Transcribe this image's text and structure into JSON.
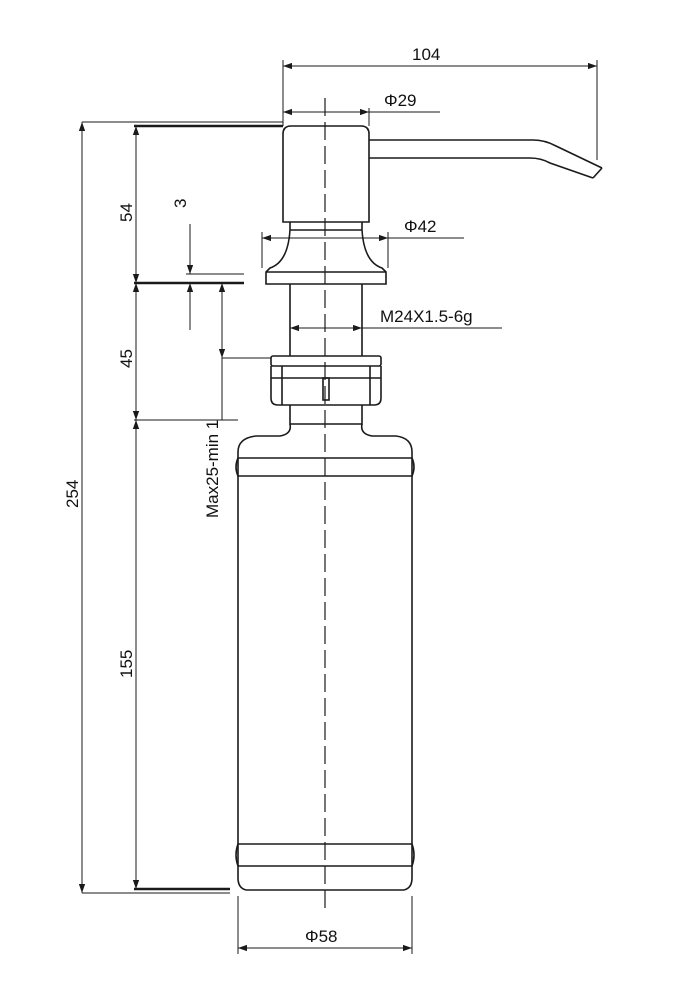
{
  "dimensions": {
    "overall_width": "104",
    "spout_dia": "Φ29",
    "flange_dia": "Φ42",
    "thread": "M24X1.5-6g",
    "bottle_dia": "Φ58",
    "head_height": "54",
    "gap": "3",
    "mount_height": "45",
    "bottle_height": "155",
    "total_height": "254",
    "counter_thickness": "Max25-min 1"
  }
}
